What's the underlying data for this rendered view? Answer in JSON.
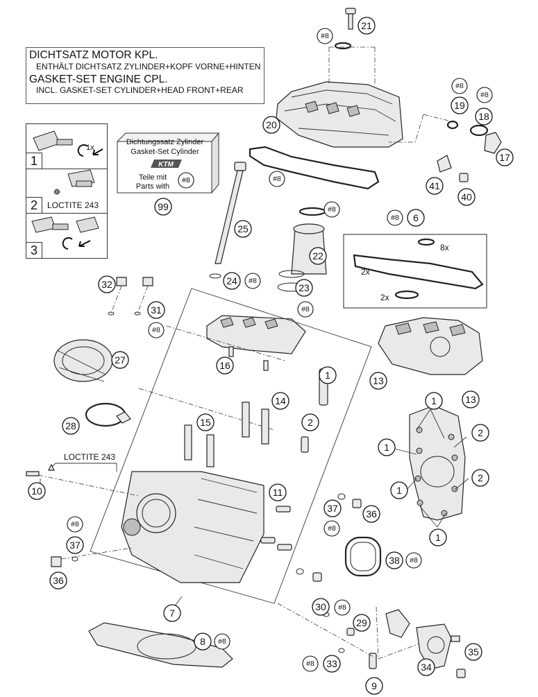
{
  "title": {
    "de_main": "DICHTSATZ MOTOR KPL.",
    "de_sub": "ENTHÄLT DICHTSATZ ZYLINDER+KOPF VORNE+HINTEN",
    "en_main": "GASKET-SET ENGINE CPL.",
    "en_sub": "INCL. GASKET-SET CYLINDER+HEAD FRONT+REAR"
  },
  "kit": {
    "line1": "Dichtungssatz Zylinder",
    "line2": "Gasket-Set Cylinder",
    "brand": "KTM",
    "line3": "Teile mit",
    "line4": "Parts with",
    "kit_ref": "#8",
    "callout": "99"
  },
  "steps": [
    {
      "num": "1",
      "note": "1x"
    },
    {
      "num": "2",
      "note": "LOCTITE 243"
    },
    {
      "num": "3",
      "note": ""
    }
  ],
  "loctite_label": "LOCTITE 243",
  "qty_labels": {
    "q8x": "8x",
    "q2x_a": "2x",
    "q2x_b": "2x"
  },
  "kit_ref": "#8",
  "callouts": [
    "21",
    "20",
    "19",
    "18",
    "17",
    "41",
    "40",
    "6",
    "22",
    "23",
    "25",
    "24",
    "32",
    "31",
    "16",
    "27",
    "13",
    "14",
    "15",
    "1",
    "2",
    "28",
    "10",
    "11",
    "37",
    "36",
    "7",
    "8",
    "30",
    "29",
    "35",
    "34",
    "33",
    "9",
    "38"
  ]
}
